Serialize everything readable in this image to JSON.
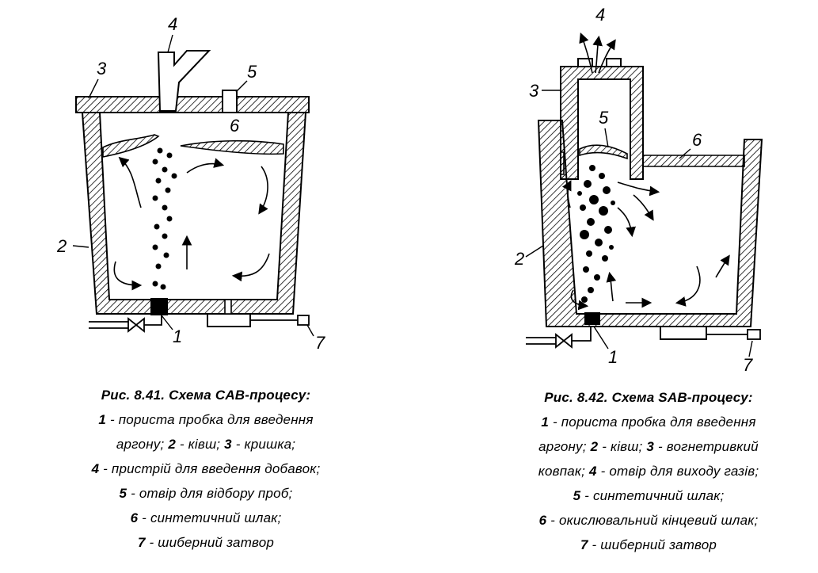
{
  "figure_left": {
    "labels": [
      "1",
      "2",
      "3",
      "4",
      "5",
      "6",
      "7"
    ],
    "caption": {
      "title": "Рис. 8.41. Схема CAB-процесу:",
      "items": [
        {
          "num": "1",
          "text": " - пориста пробка для введення"
        },
        {
          "num": "",
          "text": "аргону; "
        },
        {
          "num": "4",
          "text": " - пристрій для введення добавок;"
        },
        {
          "num": "5",
          "text": " - отвір для відбору проб;"
        },
        {
          "num": "6",
          "text": " - синтетичний шлак;"
        },
        {
          "num": "7",
          "text": " - шиберний затвор"
        }
      ],
      "line2": {
        "a": "аргону; ",
        "b": "2",
        "c": " - ківш; ",
        "d": "3",
        "e": " - кришка;"
      }
    }
  },
  "figure_right": {
    "labels": [
      "1",
      "2",
      "3",
      "4",
      "5",
      "6",
      "7"
    ],
    "caption": {
      "title": "Рис. 8.42. Схема SAB-процесу:",
      "items": [
        {
          "num": "1",
          "text": " - пориста пробка для введення"
        },
        {
          "num": "",
          "text": ""
        },
        {
          "num": "",
          "text": ""
        },
        {
          "num": "5",
          "text": " - синтетичний шлак;"
        },
        {
          "num": "6",
          "text": " - окислювальний кінцевий шлак;"
        },
        {
          "num": "7",
          "text": " - шиберний затвор"
        }
      ],
      "line2": {
        "a": "аргону; ",
        "b": "2",
        "c": " - ківш; ",
        "d": "3",
        "e": " - вогнетривкий"
      },
      "line3": {
        "a": "ковпак; ",
        "b": "4",
        "c": " - отвір для виходу газів;"
      }
    }
  },
  "colors": {
    "ink": "#000000",
    "hatch": "#000000",
    "background": "#ffffff"
  }
}
